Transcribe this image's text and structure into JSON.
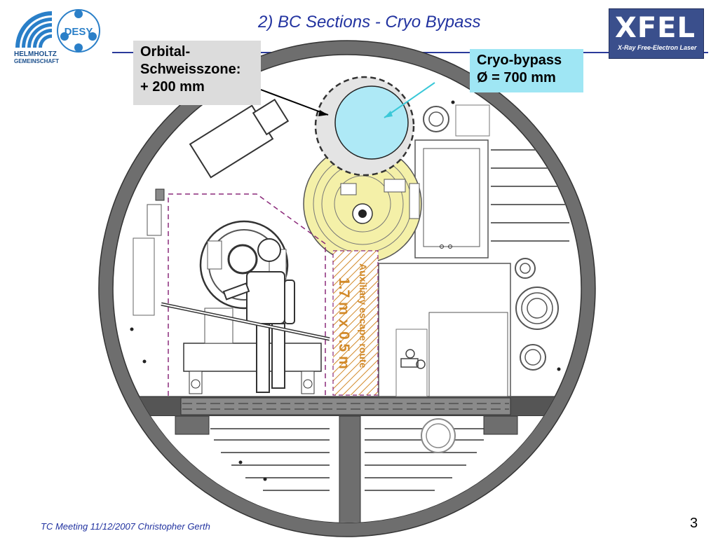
{
  "slide": {
    "title": "2) BC Sections - Cryo Bypass",
    "footer": "TC Meeting 11/12/2007 Christopher Gerth",
    "page_number": "3"
  },
  "logos": {
    "desy": {
      "icon": "desy-logo",
      "text": "DESY",
      "line1": "HELMHOLTZ",
      "line2": "GEMEINSCHAFT"
    },
    "xfel": {
      "icon": "xfel-logo",
      "text": "XFEL",
      "subtitle": "X-Ray Free-Electron Laser"
    }
  },
  "callouts": {
    "orbital": {
      "line1": "Orbital-",
      "line2": "Schweisszone:",
      "line3": "+ 200 mm"
    },
    "cryo": {
      "line1": "Cryo-bypass",
      "line2": "Ø = 700 mm"
    }
  },
  "escape_route": {
    "line1": "Auxiliary escape route",
    "line2": "1.7 m x 0.5 m"
  },
  "colors": {
    "title": "#2233a0",
    "tunnel_ring": "#6e6e6e",
    "cryo_pipe": "#aee9f6",
    "cryo_label": "#9fe6f4",
    "cryomodule": "#f4f0a8",
    "escape_route": "#d28a2a",
    "zone_outline": "#8b2a7a"
  }
}
